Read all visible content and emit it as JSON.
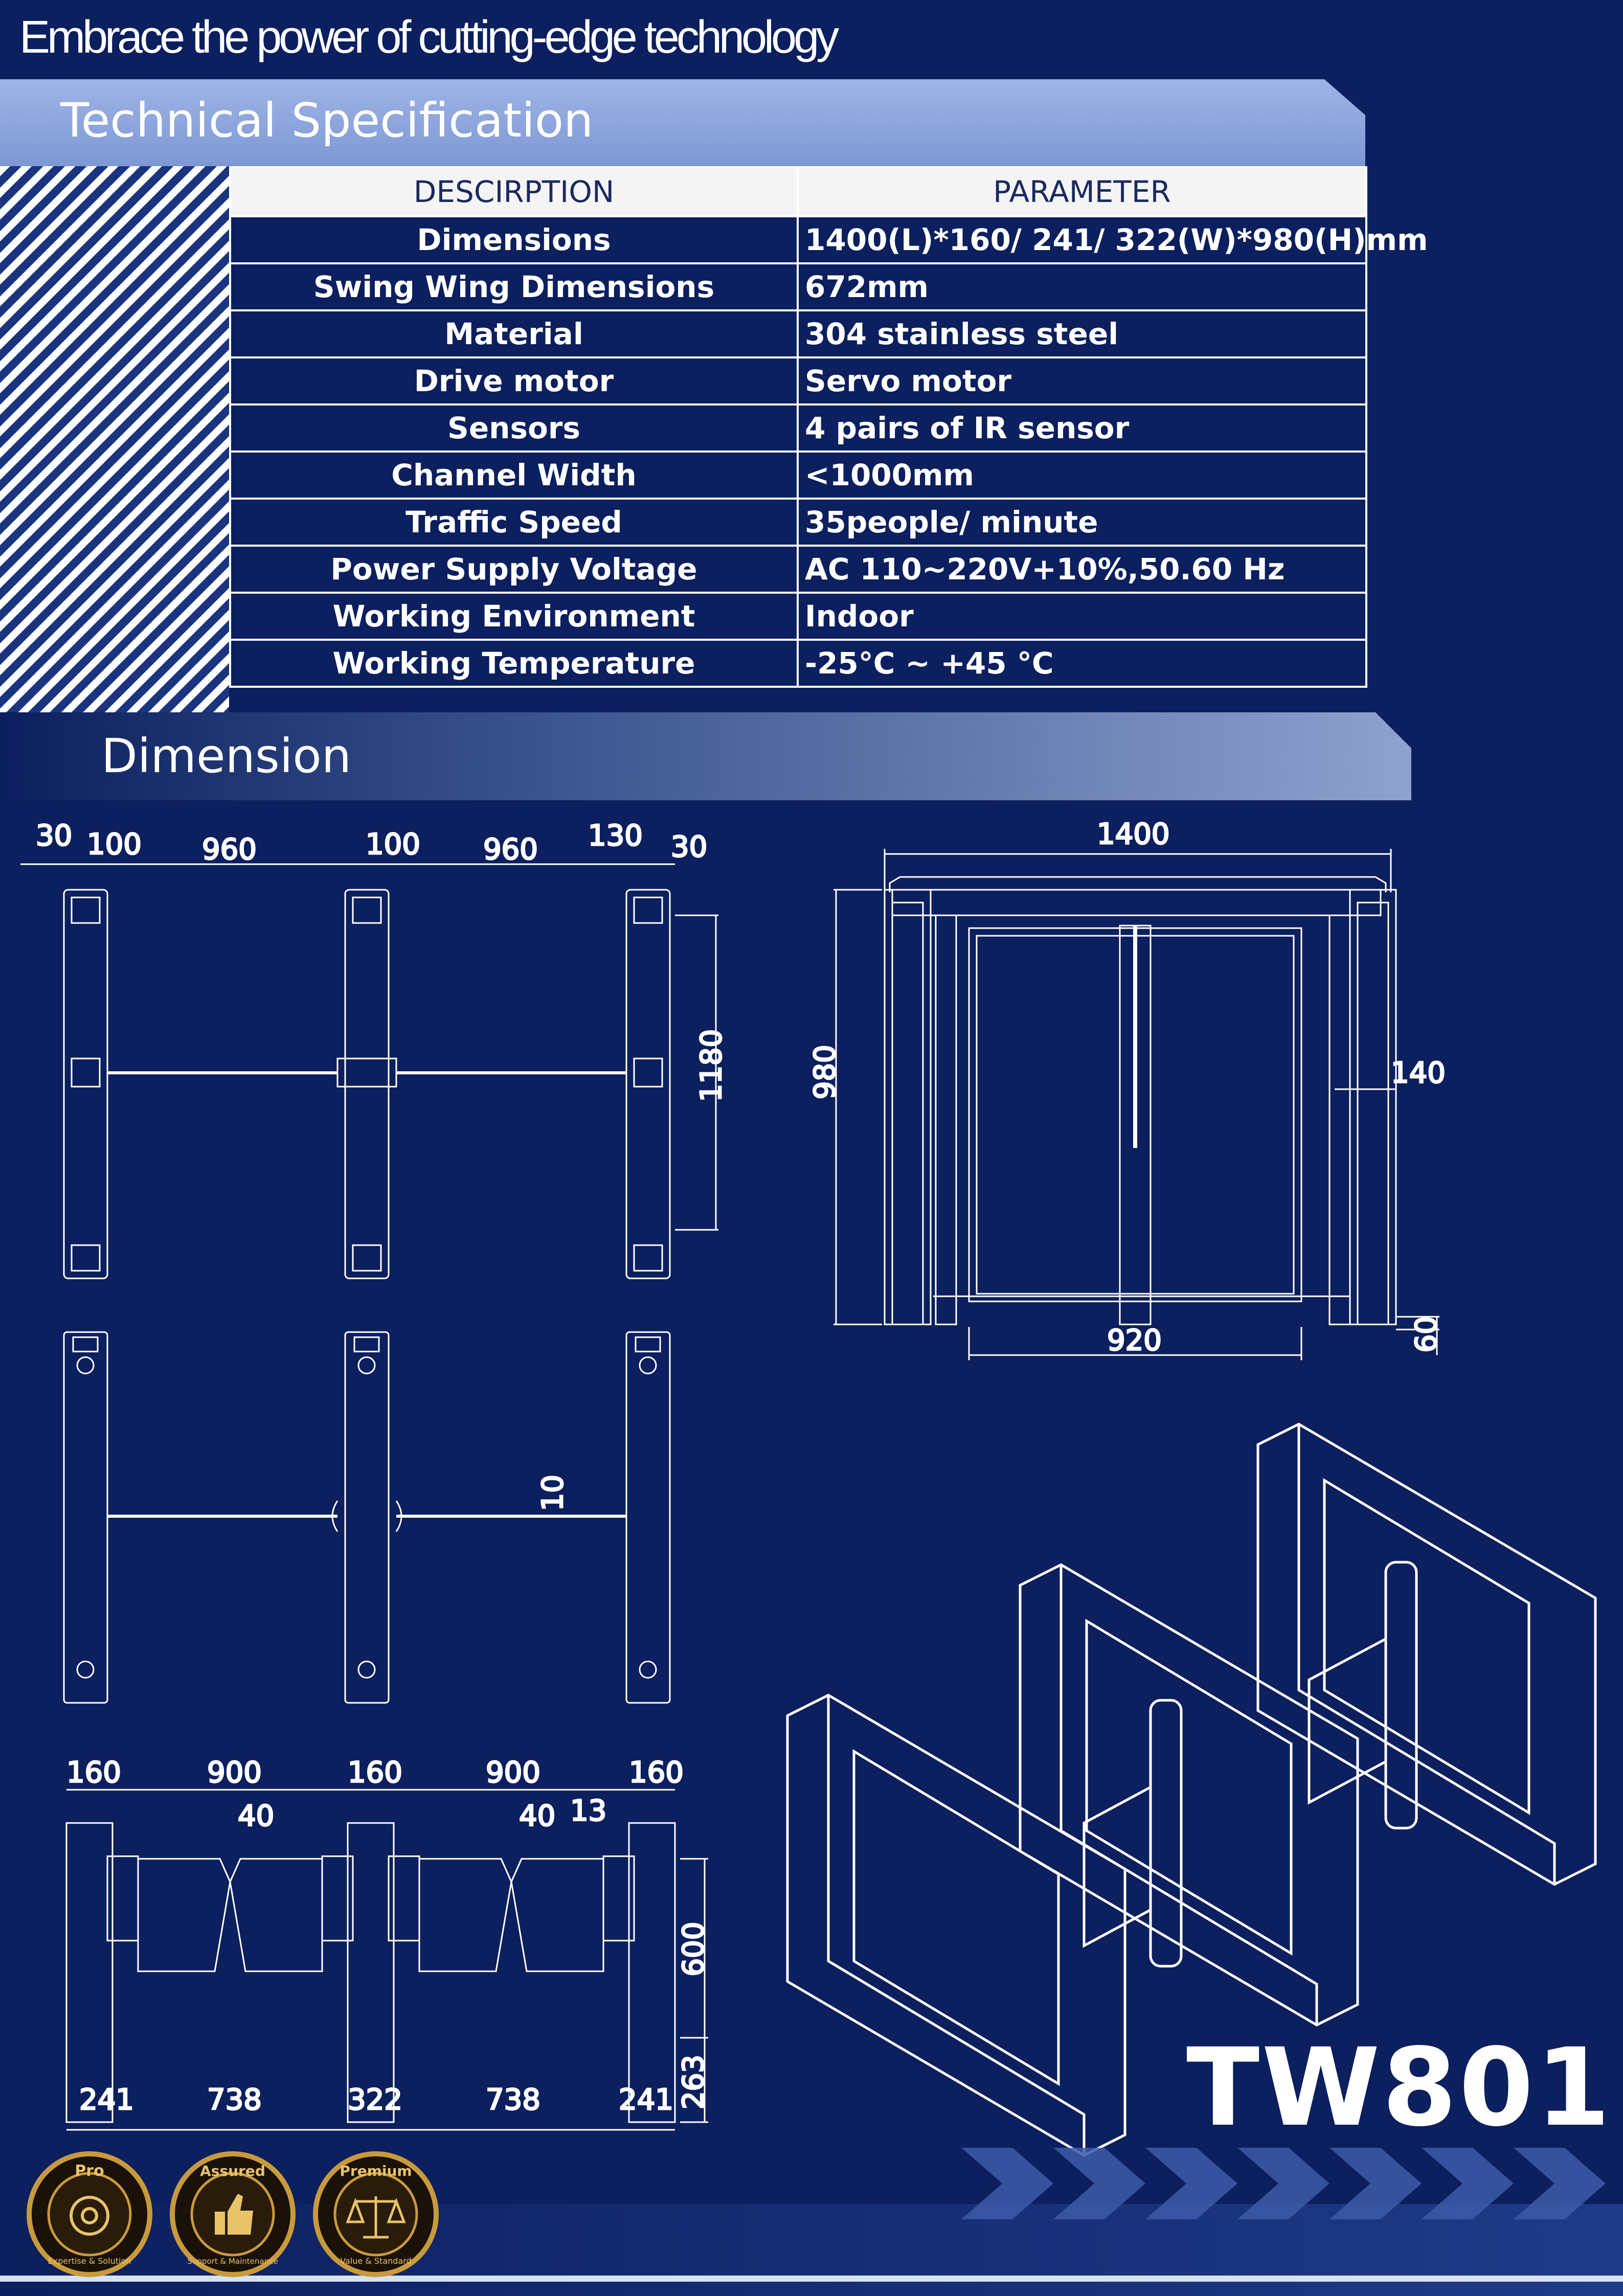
{
  "tagline": "Embrace the power of cutting-edge technology",
  "spec": {
    "title": "Technical Specification",
    "headers": {
      "description": "DESCIRPTION",
      "parameter": "PARAMETER"
    },
    "rows": [
      {
        "description": "Dimensions",
        "parameter": "1400(L)*160/ 241/ 322(W)*980(H)mm"
      },
      {
        "description": "Swing Wing Dimensions",
        "parameter": "672mm"
      },
      {
        "description": "Material",
        "parameter": "304 stainless steel"
      },
      {
        "description": "Drive motor",
        "parameter": "Servo motor"
      },
      {
        "description": "Sensors",
        "parameter": "4 pairs of IR sensor"
      },
      {
        "description": "Channel Width",
        "parameter": "<1000mm"
      },
      {
        "description": "Traffic Speed",
        "parameter": "35people/ minute"
      },
      {
        "description": "Power Supply Voltage",
        "parameter": "AC 110~220V+10%,50.60 Hz"
      },
      {
        "description": "Working Environment",
        "parameter": "Indoor"
      },
      {
        "description": "Working Temperature",
        "parameter": " -25°C ~  +45 °C"
      }
    ]
  },
  "dimension": {
    "title": "Dimension",
    "top_view": {
      "d1": "30",
      "d2": "100",
      "d3": "960",
      "d4": "100",
      "d5": "960",
      "d6": "130",
      "d7": "30",
      "height": "1180"
    },
    "front_view": {
      "length": "1400",
      "height": "980",
      "side": "140",
      "base": "60",
      "inner": "920"
    },
    "mid_view": {
      "gap": "10"
    },
    "bottom_view": {
      "t1": "160",
      "t2": "900",
      "t3": "160",
      "t4": "900",
      "t5": "160",
      "w1": "40",
      "w2": "40",
      "w3": "13",
      "h1": "600",
      "h2": "263",
      "b1": "241",
      "b2": "738",
      "b3": "322",
      "b4": "738",
      "b5": "241"
    }
  },
  "product_code": "TW801",
  "badges": [
    {
      "top": "Pro",
      "bottom": "Expertise & Solution",
      "icon": "brain-gear-icon"
    },
    {
      "top": "Assured",
      "bottom": "Support & Maintenance",
      "icon": "thumbs-up-icon"
    },
    {
      "top": "Premium",
      "bottom": "Value & Standard",
      "icon": "scales-icon"
    }
  ],
  "colors": {
    "background": "#0c1f5e",
    "banner": "#8fa8de",
    "stripe": "#ffffff",
    "header_bg": "#f4f4f4",
    "badge_gold": "#c99a3c"
  }
}
